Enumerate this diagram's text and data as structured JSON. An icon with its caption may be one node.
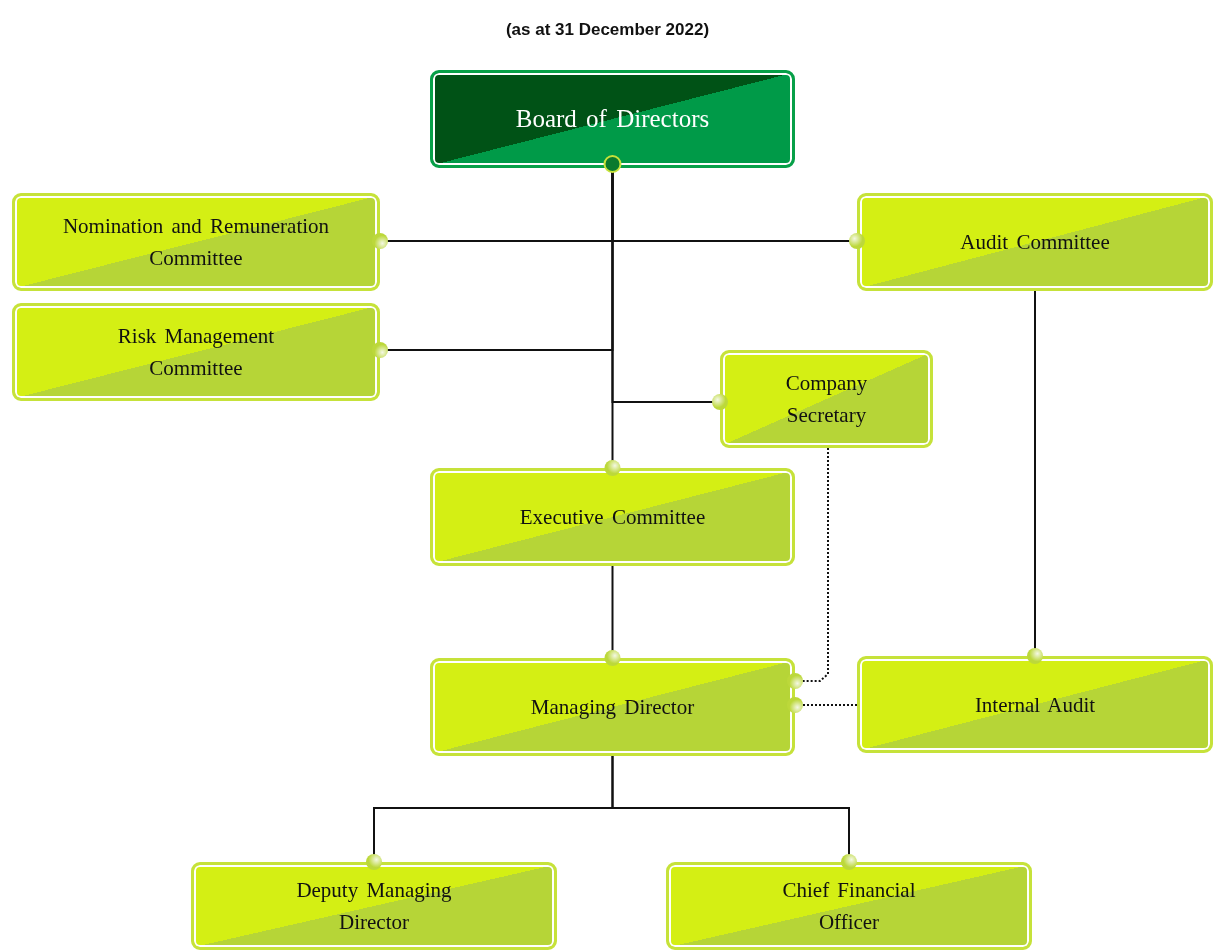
{
  "diagram": {
    "title": "(as at 31 December 2022)",
    "nodes": [
      {
        "text": [
          "Board of Directors"
        ]
      },
      {
        "text": [
          "Nomination and Remuneration Committee"
        ]
      },
      {
        "text": [
          "Audit Committee"
        ]
      },
      {
        "text": [
          "Risk Management Committee"
        ]
      },
      {
        "text": [
          "Company Secretary"
        ]
      },
      {
        "text": [
          "Executive Committee"
        ]
      },
      {
        "text": [
          "Managing Director"
        ]
      },
      {
        "text": [
          "Internal Audit"
        ]
      },
      {
        "text": [
          "Deputy Managing Director"
        ]
      },
      {
        "text": [
          "Chief Financial Officer"
        ]
      }
    ],
    "edges": [
      {
        "from": 0,
        "to": 1,
        "arrow": "other"
      },
      {
        "from": 0,
        "to": 2,
        "arrow": "other"
      },
      {
        "from": 0,
        "to": 3,
        "arrow": "other"
      },
      {
        "from": 0,
        "to": 4,
        "arrow": "other"
      },
      {
        "from": 0,
        "to": 5,
        "arrow": "other"
      },
      {
        "from": 2,
        "to": 7,
        "arrow": "other"
      },
      {
        "from": 5,
        "to": 6,
        "arrow": "other"
      },
      {
        "from": 4,
        "to": 6,
        "arrow": "other",
        "style": "dashed"
      },
      {
        "from": 7,
        "to": 6,
        "arrow": "other",
        "style": "dashed"
      },
      {
        "from": 6,
        "to": 8,
        "arrow": "other"
      },
      {
        "from": 6,
        "to": 9,
        "arrow": "other"
      }
    ]
  }
}
